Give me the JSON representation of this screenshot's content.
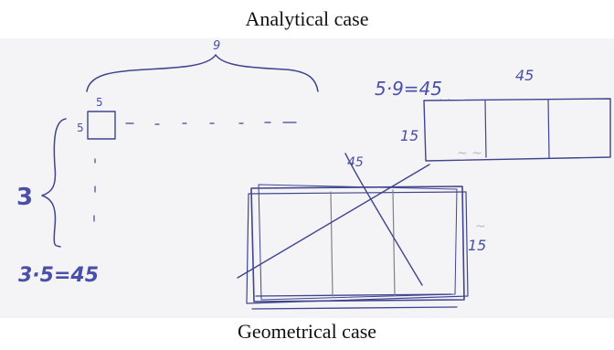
{
  "captions": {
    "top": "Analytical case",
    "bottom": "Geometrical case"
  },
  "sketch": {
    "brace_label_top": "9",
    "square_side_top": "5",
    "square_side_left": "5",
    "brace_label_left": "3",
    "equation_left": "3·5=45",
    "equation_right": "5·9=45",
    "rect_right_top": "45",
    "rect_right_left": "15",
    "rect_big_top": "45",
    "rect_big_right": "15"
  },
  "colors": {
    "ink": "#3f448f",
    "pencil": "#808089",
    "paper": "#f4f4f6"
  }
}
